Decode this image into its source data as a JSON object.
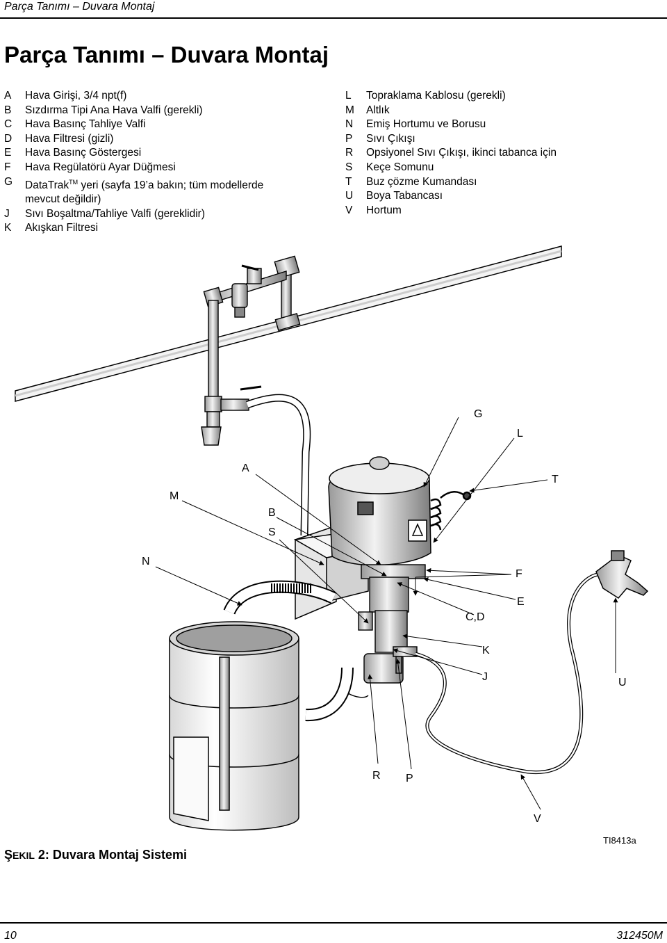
{
  "header": {
    "running_title": "Parça Tanımı – Duvara Montaj"
  },
  "title": "Parça Tanımı – Duvara Montaj",
  "legend_left": [
    {
      "key": "A",
      "text": "Hava Girişi, 3/4 npt(f)"
    },
    {
      "key": "B",
      "text": "Sızdırma Tipi Ana Hava Valfi (gerekli)"
    },
    {
      "key": "C",
      "text": "Hava Basınç Tahliye Valfi"
    },
    {
      "key": "D",
      "text": "Hava Filtresi (gizli)"
    },
    {
      "key": "E",
      "text": "Hava Basınç Göstergesi"
    },
    {
      "key": "F",
      "text": "Hava Regülatörü Ayar Düğmesi"
    },
    {
      "key": "G",
      "text_a": "DataTrak",
      "tm": "TM",
      "text_b": " yeri (sayfa 19’a bakın; tüm modellerde",
      "text_c": "mevcut değildir)"
    },
    {
      "key": "J",
      "text": "Sıvı Boşaltma/Tahliye Valfi (gereklidir)"
    },
    {
      "key": "K",
      "text": "Akışkan Filtresi"
    }
  ],
  "legend_right": [
    {
      "key": "L",
      "text": "Topraklama Kablosu (gerekli)"
    },
    {
      "key": "M",
      "text": "Altlık"
    },
    {
      "key": "N",
      "text": "Emiş Hortumu ve Borusu"
    },
    {
      "key": "P",
      "text": "Sıvı Çıkışı"
    },
    {
      "key": "R",
      "text": "Opsiyonel Sıvı Çıkışı, ikinci tabanca için"
    },
    {
      "key": "S",
      "text": "Keçe Somunu"
    },
    {
      "key": "T",
      "text": "Buz çözme Kumandası"
    },
    {
      "key": "U",
      "text": "Boya Tabancası"
    },
    {
      "key": "V",
      "text": "Hortum"
    }
  ],
  "figure": {
    "callouts": {
      "G": "G",
      "L": "L",
      "A": "A",
      "T": "T",
      "M": "M",
      "B": "B",
      "S": "S",
      "N": "N",
      "F": "F",
      "E": "E",
      "CD": "C,D",
      "K": "K",
      "J": "J",
      "U": "U",
      "R": "R",
      "P": "P",
      "V": "V"
    },
    "caption_prefix_first": "Ş",
    "caption_prefix_rest": "EKIL",
    "caption_rest": " 2: Duvara Montaj Sistemi",
    "figure_id": "TI8413a"
  },
  "footer": {
    "page_number": "10",
    "doc_number": "312450M"
  }
}
